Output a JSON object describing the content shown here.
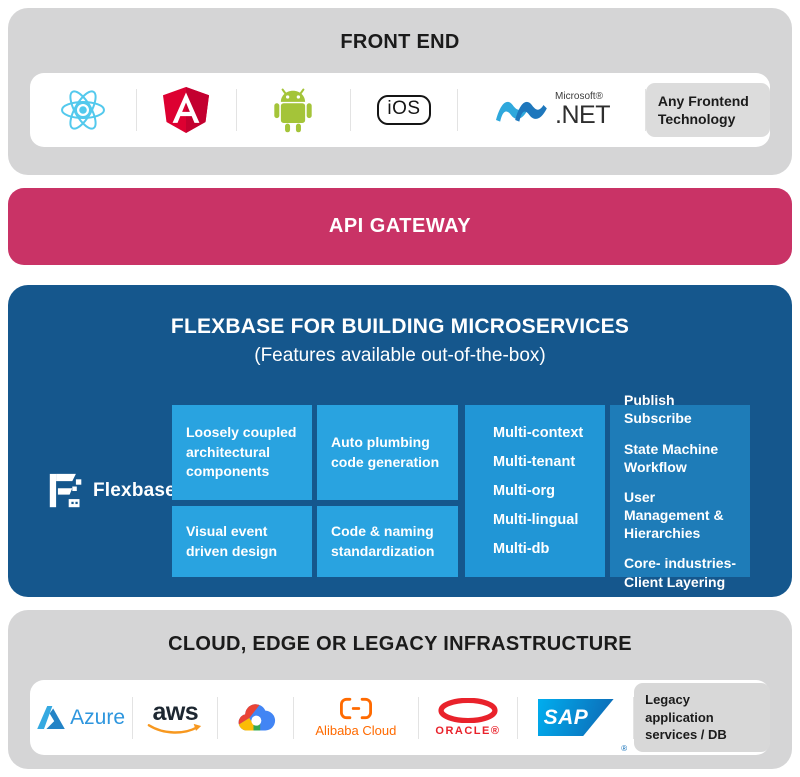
{
  "colors": {
    "section_gray": "#D5D5D6",
    "accent_pink": "#C93366",
    "dark_blue": "#15578D",
    "light_blue": "#29A3E0",
    "mid_blue": "#2196D6",
    "muted_blue": "#1E7CB8",
    "react_blue": "#53C9ED",
    "angular_red": "#DD0031",
    "android_green": "#A4C439",
    "aws_orange": "#F7981F",
    "alibaba_orange": "#FF6A00",
    "oracle_red": "#E9222B",
    "azure_blue": "#2E96DE",
    "sap_blue": "#0D6CB7"
  },
  "frontend": {
    "title": "FRONT END",
    "items": [
      {
        "icon": "react-icon"
      },
      {
        "icon": "angular-icon"
      },
      {
        "icon": "android-icon"
      },
      {
        "icon": "ios-icon",
        "label": "iOS"
      },
      {
        "icon": "dotnet-icon",
        "brand": "Microsoft®",
        "label": ".NET"
      },
      {
        "icon": "any-frontend-box",
        "label": "Any Frontend Technology"
      }
    ]
  },
  "api_gateway": {
    "title": "API GATEWAY"
  },
  "flexbase": {
    "title": "FLEXBASE FOR BUILDING MICROSERVICES",
    "subtitle": "(Features available out-of-the-box)",
    "logo_label": "Flexbase",
    "features": [
      "Loosely coupled architectural components",
      "Auto plumbing code generation",
      "Visual event driven design",
      "Code & naming standardization"
    ],
    "multi": [
      "Multi-context",
      "Multi-tenant",
      "Multi-org",
      "Multi-lingual",
      "Multi-db"
    ],
    "capabilities": [
      "Publish Subscribe",
      "State Machine Workflow",
      "User Management & Hierarchies",
      "Core- industries- Client Layering"
    ]
  },
  "infrastructure": {
    "title": "CLOUD, EDGE OR LEGACY INFRASTRUCTURE",
    "items": [
      {
        "icon": "azure-icon",
        "label": "Azure"
      },
      {
        "icon": "aws-icon",
        "label": "aws"
      },
      {
        "icon": "google-cloud-icon"
      },
      {
        "icon": "alibaba-cloud-icon",
        "label": "Alibaba Cloud"
      },
      {
        "icon": "oracle-icon",
        "label": "ORACLE®"
      },
      {
        "icon": "sap-icon",
        "label": "SAP",
        "reg": "®"
      },
      {
        "label": "Legacy application services / DB"
      }
    ]
  }
}
